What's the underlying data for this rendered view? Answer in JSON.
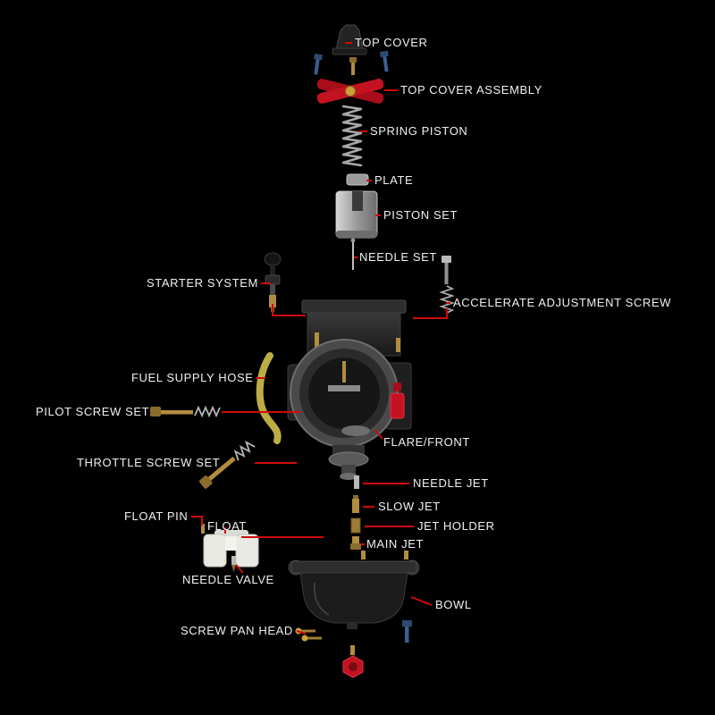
{
  "canvas": {
    "background": "#000000",
    "leader_line_color": "#cf0a0a",
    "label_color": "#f0f0f0",
    "accent_red": "#c41320",
    "brass": "#b08d3f",
    "steel_blue": "#3d5f91"
  },
  "labels": [
    {
      "id": "top-cover",
      "text": "TOP COVER"
    },
    {
      "id": "top-cover-assembly",
      "text": "TOP COVER ASSEMBLY"
    },
    {
      "id": "spring-piston",
      "text": "SPRING PISTON"
    },
    {
      "id": "plate",
      "text": "PLATE"
    },
    {
      "id": "piston-set",
      "text": "PISTON SET"
    },
    {
      "id": "needle-set",
      "text": "NEEDLE SET"
    },
    {
      "id": "starter-system",
      "text": "STARTER SYSTEM"
    },
    {
      "id": "accelerate-adjustment-screw",
      "text": "ACCELERATE ADJUSTMENT SCREW"
    },
    {
      "id": "fuel-supply-hose",
      "text": "FUEL SUPPLY HOSE"
    },
    {
      "id": "pilot-screw-set",
      "text": "PILOT SCREW SET"
    },
    {
      "id": "throttle-screw-set",
      "text": "THROTTLE SCREW SET"
    },
    {
      "id": "flare-front",
      "text": "FLARE/FRONT"
    },
    {
      "id": "needle-jet",
      "text": "NEEDLE JET"
    },
    {
      "id": "slow-jet",
      "text": "SLOW JET"
    },
    {
      "id": "jet-holder",
      "text": "JET HOLDER"
    },
    {
      "id": "main-jet",
      "text": "MAIN JET"
    },
    {
      "id": "float-pin",
      "text": "FLOAT PIN"
    },
    {
      "id": "float",
      "text": "FLOAT"
    },
    {
      "id": "needle-valve",
      "text": "NEEDLE VALVE"
    },
    {
      "id": "bowl",
      "text": "BOWL"
    },
    {
      "id": "screw-pan-head",
      "text": "SCREW PAN HEAD"
    }
  ]
}
